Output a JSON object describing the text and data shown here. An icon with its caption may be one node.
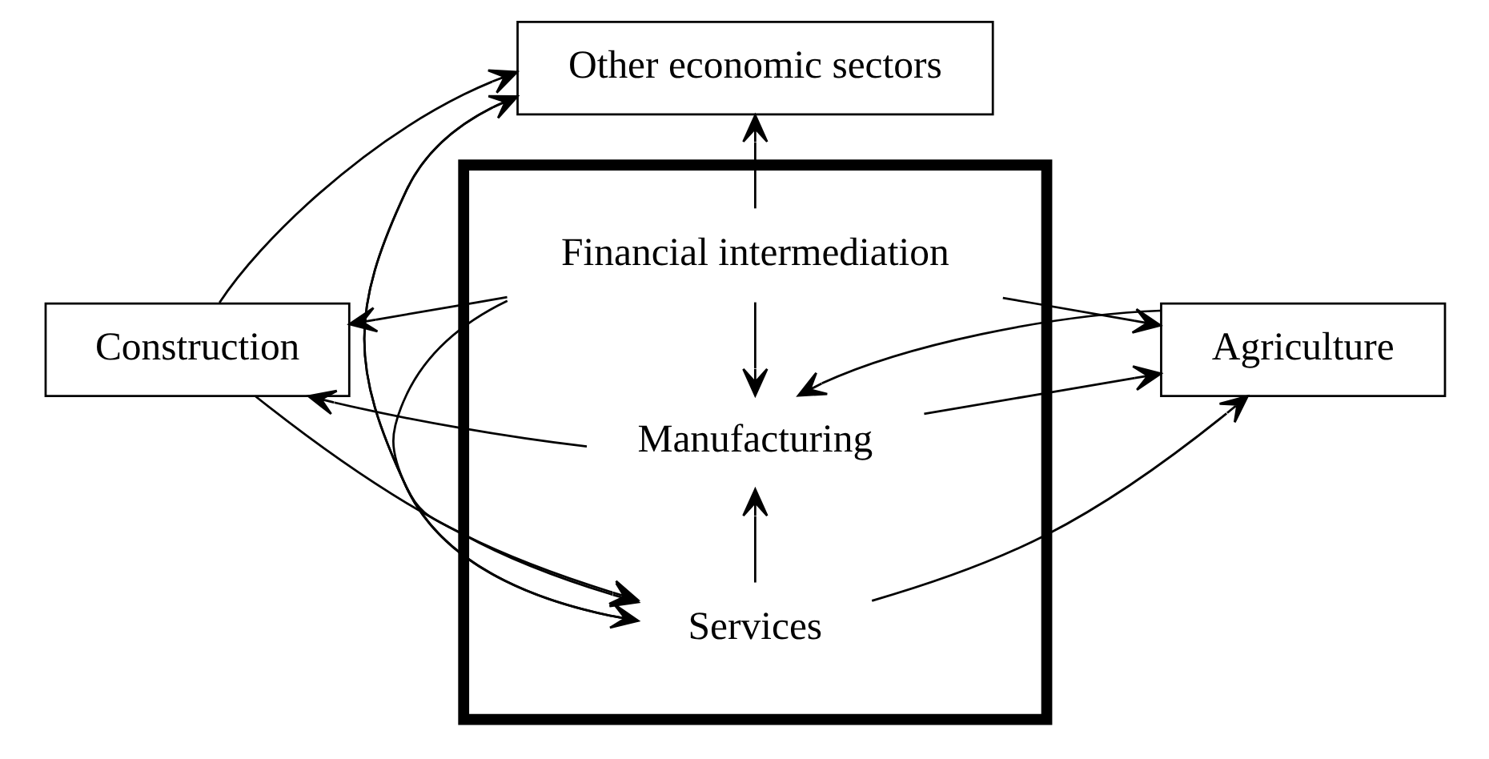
{
  "diagram": {
    "nodes": [
      {
        "text": [
          "Other economic sectors"
        ]
      },
      {
        "text": [],
        "shape": "box"
      },
      {
        "text": [
          "Financial intermediation"
        ],
        "in": 1
      },
      {
        "text": [
          "Construction"
        ]
      },
      {
        "text": [
          "Manufacturing"
        ],
        "in": 1
      },
      {
        "text": [
          "Agriculture"
        ]
      },
      {
        "text": [
          "Services"
        ],
        "in": 1
      }
    ],
    "edges": [
      {
        "from": 3,
        "to": 0,
        "arrow": "to"
      },
      {
        "from": 6,
        "to": 0,
        "arrow": "to"
      },
      {
        "from": 2,
        "to": 0,
        "arrow": "to"
      },
      {
        "from": 2,
        "to": 3,
        "arrow": "to"
      },
      {
        "from": 2,
        "to": 6,
        "arrow": "to"
      },
      {
        "from": 3,
        "to": 6,
        "arrow": "to"
      },
      {
        "from": 2,
        "to": 5,
        "arrow": "to"
      },
      {
        "from": 2,
        "to": 4,
        "arrow": "to"
      },
      {
        "from": 4,
        "to": 3,
        "arrow": "to"
      },
      {
        "from": 4,
        "to": 5,
        "arrow": "to"
      },
      {
        "from": 5,
        "to": 4,
        "arrow": "to"
      },
      {
        "from": 6,
        "to": 4,
        "arrow": "to"
      },
      {
        "from": 6,
        "to": 5,
        "arrow": "to"
      },
      {
        "from": 0,
        "to": 6,
        "arrow": "to"
      }
    ]
  }
}
